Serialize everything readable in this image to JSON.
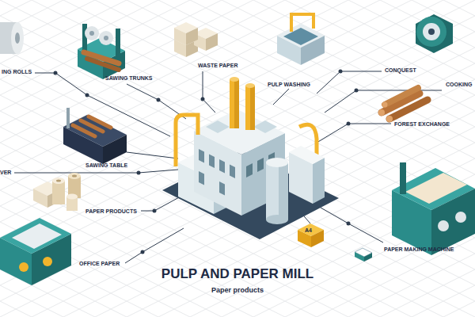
{
  "diagram": {
    "title": "PULP AND PAPER MILL",
    "caption": "Paper products",
    "nodes": [
      {
        "text": [
          "ING ROLLS"
        ]
      },
      {
        "text": [
          "SAWING TRUNKS"
        ]
      },
      {
        "text": [
          "WASTE PAPER"
        ]
      },
      {
        "text": [
          "PULP WASHING"
        ]
      },
      {
        "text": [
          "CONQUEST"
        ]
      },
      {
        "text": [
          "COOKING"
        ]
      },
      {
        "text": [
          "VER"
        ]
      },
      {
        "text": [
          "SAWING TABLE"
        ]
      },
      {
        "text": [
          "FOREST EXCHANGE"
        ]
      },
      {
        "text": [
          "PAPER PRODUCTS"
        ]
      },
      {
        "text": [
          "OFFICE PAPER"
        ]
      },
      {
        "text": [
          "PAPER MAKING MACHINE"
        ]
      }
    ],
    "labels": [
      "A4"
    ]
  }
}
